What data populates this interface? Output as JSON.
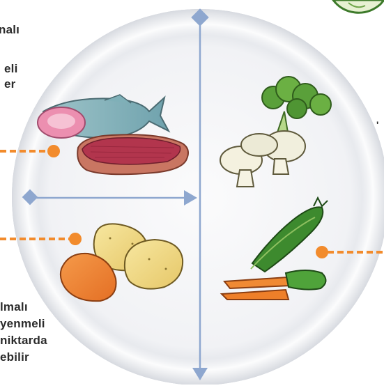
{
  "labels": {
    "top_left_1": "nalı",
    "top_left_2": "eli",
    "top_left_3": "er",
    "bottom_left_1": "lmalı",
    "bottom_left_2": "yenmeli",
    "bottom_left_3": "niktarda",
    "bottom_left_4": "ebilir",
    "right_edge_mark": "'"
  },
  "colors": {
    "divider_blue": "#8ea7cf",
    "pointer_orange": "#f28b2c",
    "plate_rim": "#dfe3ea",
    "plate_center": "#f7f8fa"
  },
  "plate_sections": [
    {
      "position": "top-left",
      "food": "fish-and-meat"
    },
    {
      "position": "bottom-left",
      "food": "potatoes"
    },
    {
      "position": "top-right",
      "food": "broccoli-and-mushrooms"
    },
    {
      "position": "bottom-right",
      "food": "peas-and-carrots"
    }
  ]
}
